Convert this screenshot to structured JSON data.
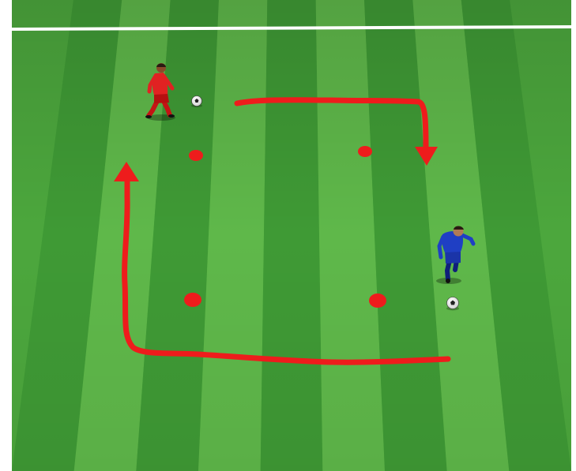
{
  "drill": {
    "pitch_colors": {
      "light_stripe": "#5fb84a",
      "dark_stripe": "#3f9a35",
      "line": "#ffffff",
      "border": "#ffffff"
    },
    "accent_color": "#ee1c1c",
    "players": [
      {
        "team": "red",
        "kit_color": "#e12222",
        "icon": "player-icon"
      },
      {
        "team": "blue",
        "kit_color": "#1f3fc4",
        "icon": "player-icon"
      }
    ],
    "balls": [
      {
        "icon": "soccer-ball-icon"
      },
      {
        "icon": "soccer-ball-icon"
      }
    ],
    "cones": [
      {
        "icon": "cone-marker-icon"
      },
      {
        "icon": "cone-marker-icon"
      },
      {
        "icon": "cone-marker-icon"
      },
      {
        "icon": "cone-marker-icon"
      }
    ],
    "arrows": [
      {
        "icon": "path-arrow-icon",
        "direction": "right-then-down"
      },
      {
        "icon": "path-arrow-icon",
        "direction": "down-left-then-up"
      }
    ]
  }
}
